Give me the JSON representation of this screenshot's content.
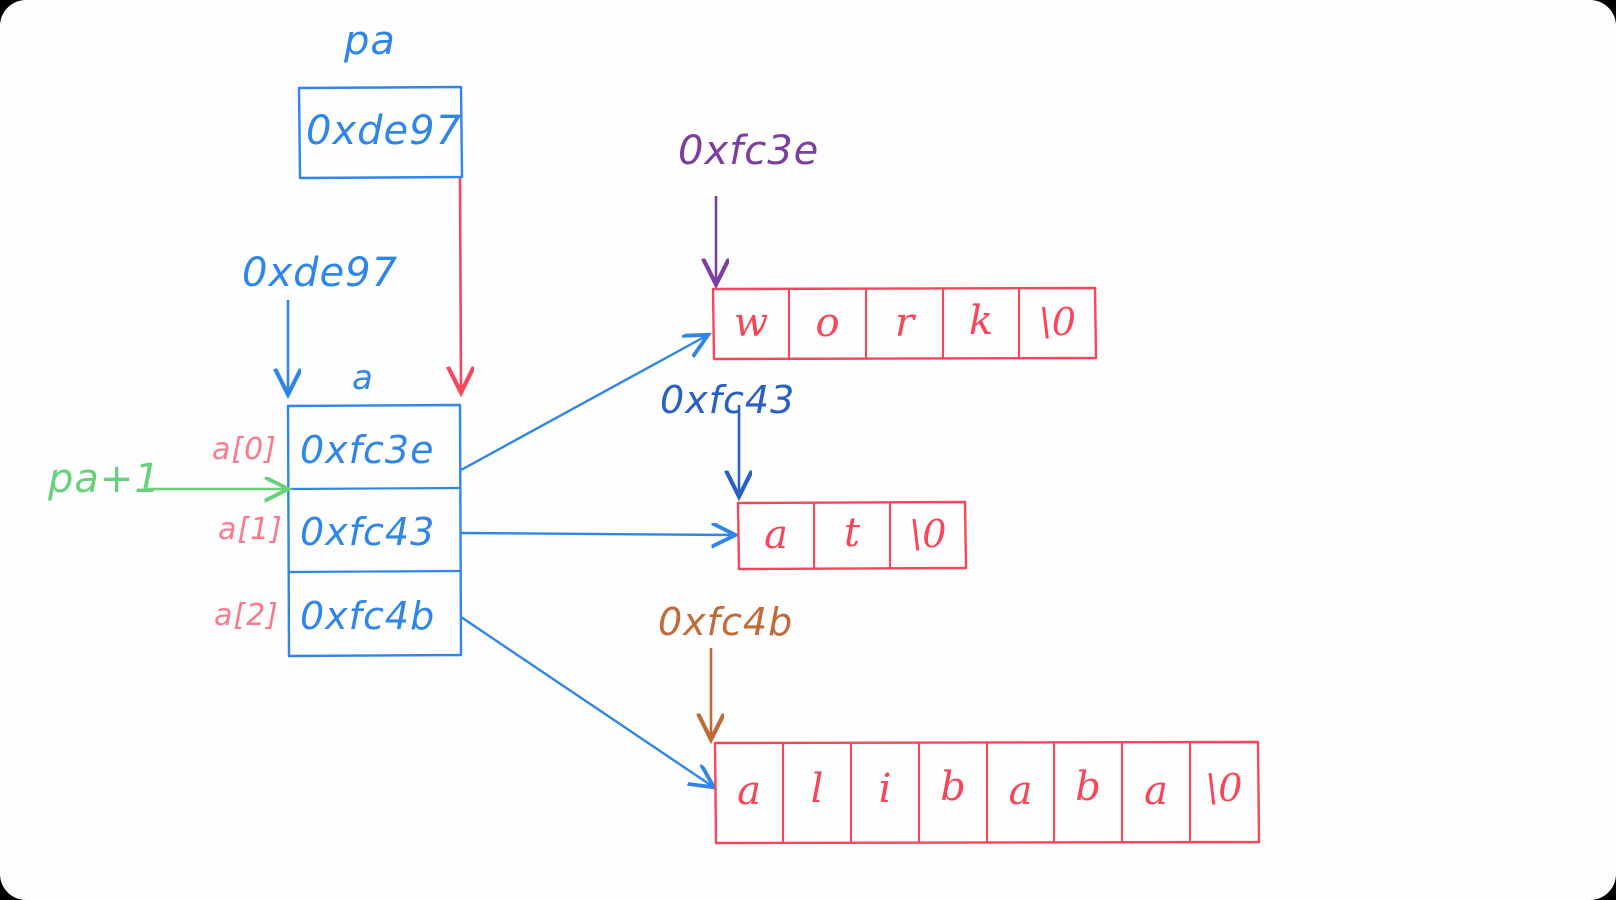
{
  "diagram": {
    "title_pointer_var": "pa",
    "colors": {
      "blue": "#2f86e8",
      "dark_blue": "#2a5fc4",
      "red": "#f8455a",
      "pink_red": "#f87a8c",
      "green": "#66d17a",
      "purple": "#7b3fa0",
      "brown": "#c06a38",
      "paper": "#fdfdfd"
    },
    "pa_box": {
      "label": "pa",
      "value": "0xde97"
    },
    "array": {
      "label": "a",
      "address_label": "0xde97",
      "offset_label": "pa+1",
      "cells": [
        {
          "index_label": "a[0]",
          "value": "0xfc3e"
        },
        {
          "index_label": "a[1]",
          "value": "0xfc43"
        },
        {
          "index_label": "a[2]",
          "value": "0xfc4b"
        }
      ]
    },
    "strings": [
      {
        "address_label": "0xfc3e",
        "address_color": "#7b3fa0",
        "text": "work",
        "chars": [
          "w",
          "o",
          "r",
          "k",
          "\\0"
        ]
      },
      {
        "address_label": "0xfc43",
        "address_color": "#2a5fc4",
        "text": "at",
        "chars": [
          "a",
          "t",
          "\\0"
        ]
      },
      {
        "address_label": "0xfc4b",
        "address_color": "#c06a38",
        "text": "alibaba",
        "chars": [
          "a",
          "l",
          "i",
          "b",
          "a",
          "b",
          "a",
          "\\0"
        ]
      }
    ]
  }
}
